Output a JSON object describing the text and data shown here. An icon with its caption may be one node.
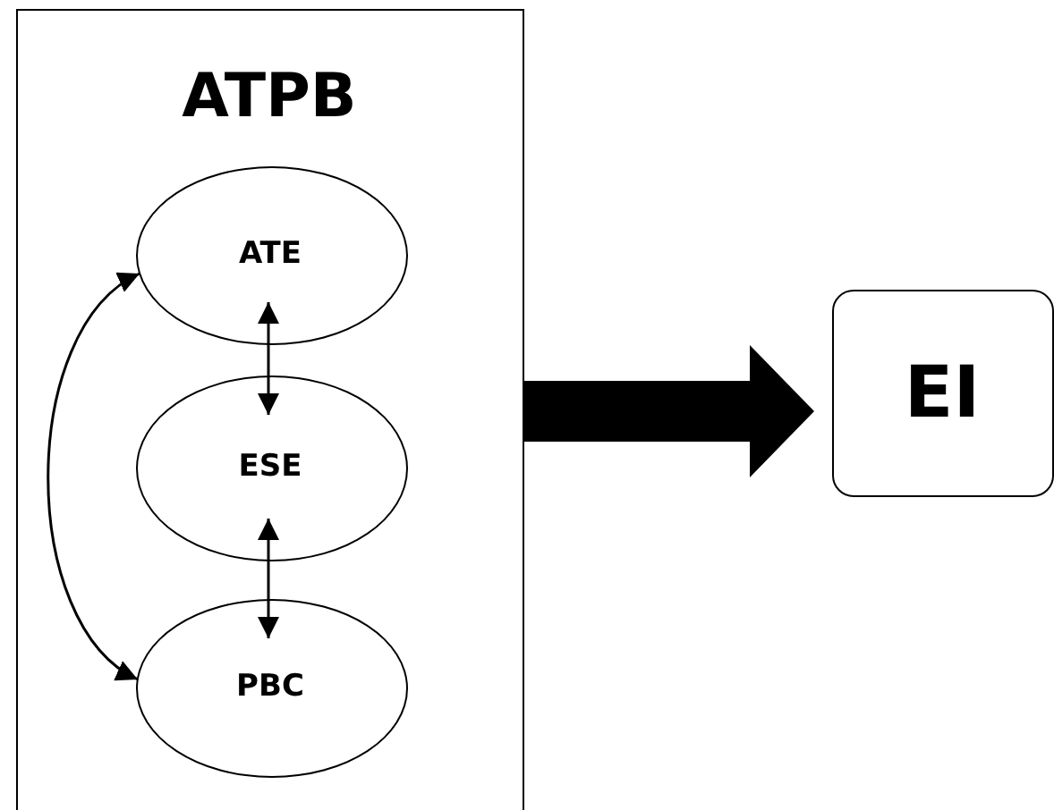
{
  "diagram": {
    "nodes": [
      {
        "text": [
          "ATPB"
        ]
      },
      {
        "text": [
          "ATE"
        ],
        "in": 0
      },
      {
        "text": [
          "ESE"
        ],
        "in": 0
      },
      {
        "text": [
          "PBC"
        ],
        "in": 0
      },
      {
        "text": [
          "EI"
        ]
      }
    ],
    "edges": [
      {
        "from": 1,
        "to": 2,
        "arrow": "both"
      },
      {
        "from": 2,
        "to": 3,
        "arrow": "both"
      },
      {
        "from": 1,
        "to": 3,
        "arrow": "both"
      },
      {
        "from": 0,
        "to": 4,
        "arrow": "to",
        "style": "thick"
      }
    ]
  }
}
